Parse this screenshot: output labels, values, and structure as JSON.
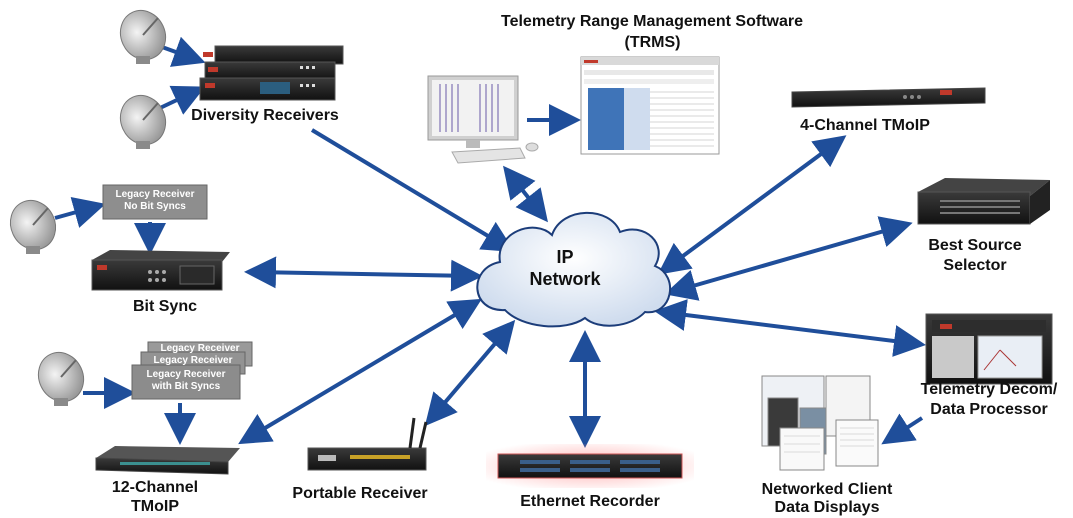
{
  "title": {
    "line1": "Telemetry Range Management Software",
    "line2": "(TRMS)"
  },
  "cloud": {
    "line1": "IP",
    "line2": "Network"
  },
  "nodes": {
    "diversity_receivers": "Diversity Receivers",
    "four_channel": "4-Channel TMoIP",
    "best_source_1": "Best Source",
    "best_source_2": "Selector",
    "bit_sync": "Bit Sync",
    "decom_1": "Telemetry Decom/",
    "decom_2": "Data Processor",
    "twelve_channel_1": "12-Channel",
    "twelve_channel_2": "TMoIP",
    "portable_receiver": "Portable Receiver",
    "ethernet_recorder": "Ethernet Recorder",
    "networked_1": "Networked Client",
    "networked_2": "Data Displays"
  },
  "boxes": {
    "legacy_nobitsync_1": "Legacy Receiver",
    "legacy_nobitsync_2": "No Bit Syncs",
    "stack_back_1": "Legacy Receiver",
    "stack_back_2": "Legacy Receiver",
    "stack_front_1": "Legacy Receiver",
    "stack_front_2": "with Bit Syncs"
  },
  "colors": {
    "arrow": "#1f4e9a",
    "box_gray": "#8c8c8c",
    "rack_dark": "#1e1e1e",
    "cloud_fill": "#dde7f3",
    "cloud_stroke": "#1c3d7a"
  }
}
